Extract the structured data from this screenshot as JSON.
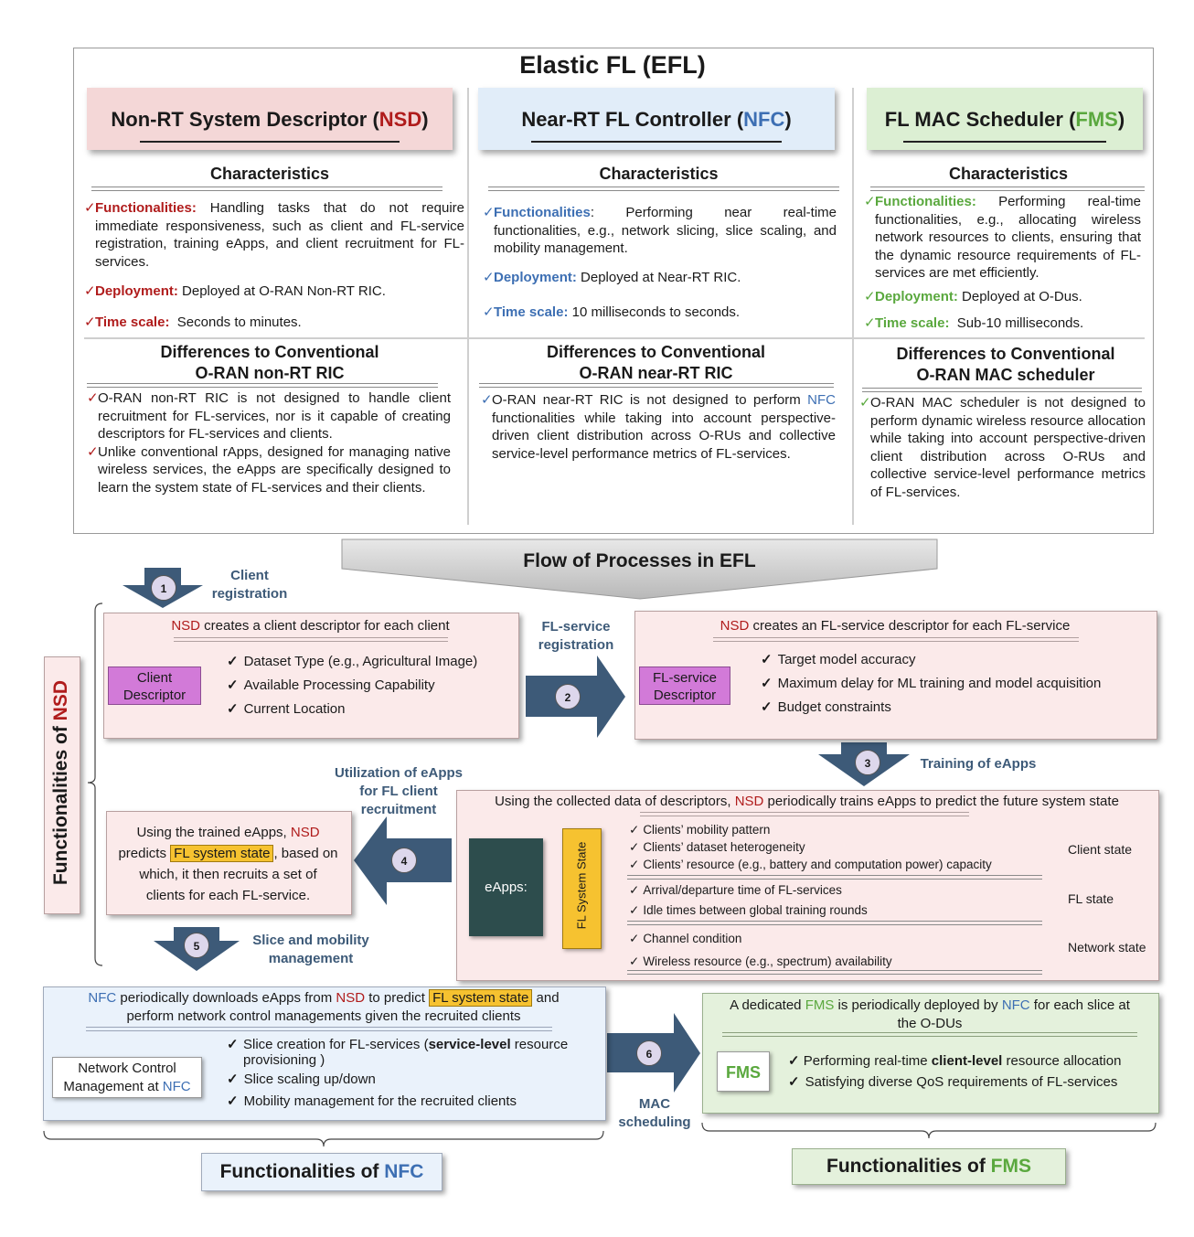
{
  "title": "Elastic FL (EFL)",
  "nsd": {
    "header_pre": "Non-RT System Descriptor (",
    "header_abbr": "NSD",
    "header_post": ")",
    "char_title": "Characteristics",
    "func_label": "Functionalities:",
    "func_text": "Handling tasks that do not require immediate responsiveness, such as client and FL-service registration, training eApps, and client recruitment for FL-services.",
    "deploy_label": "Deployment:",
    "deploy_text": "Deployed at O-RAN Non-RT RIC.",
    "time_label": "Time scale:",
    "time_text": "Seconds to minutes.",
    "diff_title_1": "Differences to Conventional",
    "diff_title_2": "O-RAN non-RT RIC",
    "diff_1": "O-RAN non-RT RIC is not designed to handle client recruitment for FL-services, nor is it capable of creating descriptors for FL-services and clients.",
    "diff_2": "Unlike conventional rApps, designed for managing native wireless services, the eApps are specifically designed to learn the system state of FL-services and their clients."
  },
  "nfc": {
    "header_pre": "Near-RT FL Controller (",
    "header_abbr": "NFC",
    "header_post": ")",
    "char_title": "Characteristics",
    "func_label": "Functionalities",
    "func_text": ": Performing near real-time functionalities, e.g., network slicing, slice scaling, and mobility management.",
    "deploy_label": "Deployment:",
    "deploy_text": "Deployed at Near-RT RIC.",
    "time_label": "Time scale:",
    "time_text": "10 milliseconds to seconds.",
    "diff_title_1": "Differences to Conventional",
    "diff_title_2": "O-RAN near-RT RIC",
    "diff_pre": "O-RAN near-RT RIC is not designed to perform ",
    "diff_abbr": "NFC",
    "diff_post": " functionalities while taking into account perspective-driven client distribution across O-RUs and collective service-level performance metrics of FL-services."
  },
  "fms": {
    "header_pre": "FL MAC Scheduler (",
    "header_abbr": "FMS",
    "header_post": ")",
    "char_title": "Characteristics",
    "func_label": "Functionalities:",
    "func_text": "Performing real-time functionalities, e.g., allocating wireless network resources to clients, ensuring that the dynamic resource requirements of FL-services are met efficiently.",
    "deploy_label": "Deployment:",
    "deploy_text": "Deployed at O-Dus.",
    "time_label": "Time scale:",
    "time_text": "Sub-10 milliseconds.",
    "diff_title_1": "Differences to Conventional",
    "diff_title_2": "O-RAN MAC scheduler",
    "diff_1": "O-RAN MAC scheduler is not designed to perform dynamic wireless resource allocation while taking into account perspective-driven client distribution across O-RUs and collective service-level performance metrics of FL-services."
  },
  "flow_title": "Flow of Processes in EFL",
  "side_label_pre": "Functionalities of ",
  "side_label_abbr": "NSD",
  "steps": {
    "s1": {
      "num": "1",
      "label_1": "Client",
      "label_2": "registration"
    },
    "s2": {
      "num": "2",
      "label_1": "FL-service",
      "label_2": "registration"
    },
    "s3": {
      "num": "3",
      "label_1": "Training of eApps"
    },
    "s4": {
      "num": "4",
      "label_1": "Utilization of eApps",
      "label_2": "for FL client",
      "label_3": "recruitment"
    },
    "s5": {
      "num": "5",
      "label_1": "Slice and mobility",
      "label_2": "management"
    },
    "s6": {
      "num": "6",
      "label_1": "MAC",
      "label_2": "scheduling"
    }
  },
  "client_box": {
    "title_abbr": "NSD",
    "title_text": " creates a client descriptor for each client",
    "desc_1": "Client",
    "desc_2": "Descriptor",
    "items": [
      "Dataset Type (e.g., Agricultural Image)",
      "Available Processing Capability",
      "Current Location"
    ]
  },
  "service_box": {
    "title_abbr": "NSD",
    "title_text": " creates an FL-service descriptor for each FL-service",
    "desc_1": "FL-service",
    "desc_2": "Descriptor",
    "items": [
      "Target model accuracy",
      "Maximum delay for ML training and model acquisition",
      "Budget constraints"
    ]
  },
  "train_box": {
    "title_pre": "Using the collected data of descriptors, ",
    "title_abbr": "NSD",
    "title_post": " periodically trains eApps to predict the future system state",
    "eapps": "eApps:",
    "state_label": "FL System State",
    "client_items": [
      "Clients’ mobility pattern",
      "Clients’ dataset heterogeneity",
      "Clients’ resource (e.g., battery and computation power) capacity"
    ],
    "client_state": "Client state",
    "fl_items": [
      "Arrival/departure time of FL-services",
      "Idle times between global training rounds"
    ],
    "fl_state": "FL state",
    "net_items": [
      "Channel condition",
      "Wireless resource (e.g., spectrum) availability"
    ],
    "net_state": "Network state"
  },
  "recruit_box": {
    "l1_pre": "Using the trained  eApps, ",
    "l1_abbr": "NSD",
    "l2_pre": "predicts ",
    "l2_tag": "FL system state",
    "l2_post": ", based on",
    "l3": "which,  it then recruits a set of",
    "l4": "clients for each FL-service."
  },
  "nfc_box": {
    "l1_abbr": "NFC",
    "l1_mid": " periodically downloads eApps from ",
    "l1_abbr2": "NSD",
    "l1_mid2": " to predict ",
    "l1_tag": "FL system state",
    "l1_post": " and",
    "l2": "perform network control managements given the recruited clients",
    "ncm_1": "Network Control",
    "ncm_2_pre": "Management at ",
    "ncm_2_abbr": "NFC",
    "item1_pre": "Slice creation for FL-services (",
    "item1_bold": "service-level",
    "item1_post": " resource",
    "item1_l2": "provisioning )",
    "item2": "Slice scaling up/down",
    "item3": "Mobility management for the recruited clients"
  },
  "fms_box": {
    "l1_pre": "A dedicated ",
    "l1_abbr": "FMS",
    "l1_mid": " is periodically deployed by ",
    "l1_abbr2": "NFC",
    "l1_post": " for each slice at",
    "l2": "the O-DUs",
    "fms": "FMS",
    "item1_pre": "Performing real-time ",
    "item1_bold": "client-level",
    "item1_post": " resource allocation",
    "item2": "Satisfying diverse QoS requirements of FL-services"
  },
  "bottom_nfc_pre": "Functionalities of ",
  "bottom_nfc_abbr": "NFC",
  "bottom_fms_pre": "Functionalities of ",
  "bottom_fms_abbr": "FMS",
  "colors": {
    "nsd": "#b01c1c",
    "nfc": "#3d6fb3",
    "fms": "#5aa83e",
    "arrow": "#3d5a78",
    "purple": "#d27ad8",
    "yellow": "#f6c230"
  }
}
